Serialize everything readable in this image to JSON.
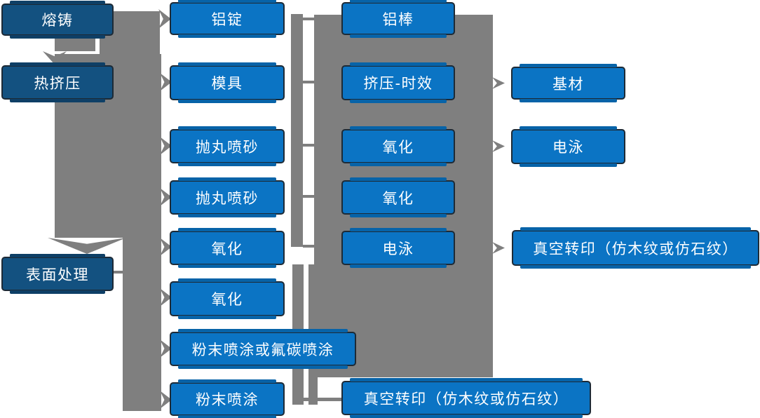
{
  "diagram": {
    "type": "process-flowchart",
    "language": "zh-CN",
    "colors": {
      "node_fill": "#0B74C4",
      "node_fill_dark": "#135180",
      "node_border": "#1D2A36",
      "node_text": "#FFFFFF",
      "connector_gray": "#7F7F7F",
      "background": "#FFFFFF"
    },
    "nodes": [
      {
        "label": "熔铸"
      },
      {
        "label": "热挤压"
      },
      {
        "label": "表面处理"
      },
      {
        "label": "铝锭"
      },
      {
        "label": "模具"
      },
      {
        "label": "抛丸喷砂"
      },
      {
        "label": "抛丸喷砂"
      },
      {
        "label": "氧化"
      },
      {
        "label": "氧化"
      },
      {
        "label": "粉末喷涂或氟碳喷涂"
      },
      {
        "label": "粉末喷涂"
      },
      {
        "label": "铝棒"
      },
      {
        "label": "挤压-时效"
      },
      {
        "label": "氧化"
      },
      {
        "label": "氧化"
      },
      {
        "label": "电泳"
      },
      {
        "label": "真空转印（仿木纹或仿石纹）"
      },
      {
        "label": "基材"
      },
      {
        "label": "电泳"
      },
      {
        "label": "真空转印（仿木纹或仿石纹）"
      }
    ],
    "edges": [
      {
        "from": 0,
        "to": 1
      },
      {
        "from": 0,
        "to": 3
      },
      {
        "from": 1,
        "to": 2
      },
      {
        "from": 1,
        "to": 4
      },
      {
        "from": 1,
        "to": 5
      },
      {
        "from": 1,
        "to": 6
      },
      {
        "from": 1,
        "to": 7
      },
      {
        "from": 2,
        "to": 8
      },
      {
        "from": 2,
        "to": 9
      },
      {
        "from": 2,
        "to": 10
      },
      {
        "from": 3,
        "to": 11
      },
      {
        "from": 4,
        "to": 12
      },
      {
        "from": 5,
        "to": 13
      },
      {
        "from": 6,
        "to": 14
      },
      {
        "from": 7,
        "to": 15
      },
      {
        "from": 10,
        "to": 16
      },
      {
        "from": 12,
        "to": 17
      },
      {
        "from": 13,
        "to": 18
      },
      {
        "from": 15,
        "to": 19
      }
    ]
  }
}
